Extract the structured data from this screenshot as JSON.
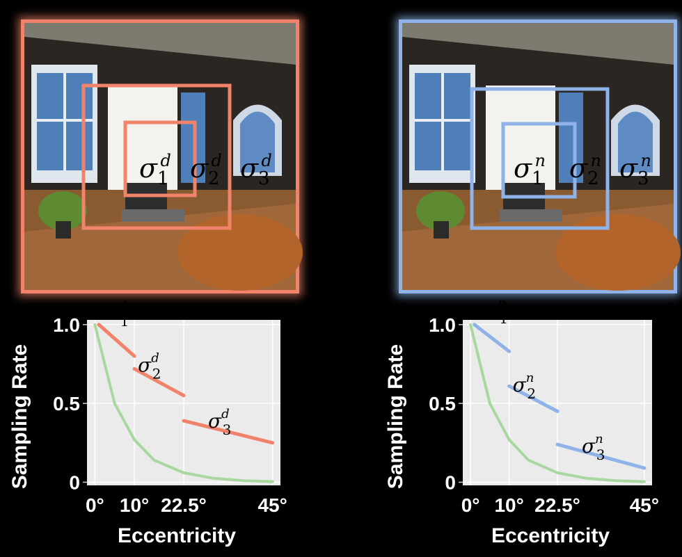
{
  "scenes": [
    {
      "id": "left",
      "border_color": "#f0836a",
      "labels": [
        {
          "sym": "σ",
          "sub": "1",
          "sup": "d"
        },
        {
          "sym": "σ",
          "sub": "2",
          "sup": "d"
        },
        {
          "sym": "σ",
          "sub": "3",
          "sup": "d"
        }
      ]
    },
    {
      "id": "right",
      "border_color": "#8fb3e8",
      "labels": [
        {
          "sym": "σ",
          "sub": "1",
          "sup": "n"
        },
        {
          "sym": "σ",
          "sub": "2",
          "sup": "n"
        },
        {
          "sym": "σ",
          "sub": "3",
          "sup": "n"
        }
      ]
    }
  ],
  "chart_data": [
    {
      "type": "line",
      "xlabel": "Eccentricity",
      "ylabel": "Sampling Rate",
      "x_ticks": [
        0,
        10,
        22.5,
        45
      ],
      "x_tick_labels": [
        "0°",
        "10°",
        "22.5°",
        "45°"
      ],
      "y_ticks": [
        0,
        0.5,
        1.0
      ],
      "y_tick_labels": [
        "0",
        "0.5",
        "1.0"
      ],
      "xlim": [
        -2,
        47
      ],
      "ylim": [
        -0.02,
        1.03
      ],
      "grid": true,
      "background": "#ebebeb",
      "baseline": {
        "color": "#a8d8a0",
        "x": [
          0,
          5,
          10,
          15,
          22.5,
          30,
          37.5,
          45
        ],
        "y": [
          1.0,
          0.5,
          0.27,
          0.14,
          0.06,
          0.025,
          0.01,
          0.004
        ]
      },
      "series": [
        {
          "color": "#f0836a",
          "label": {
            "sym": "σ",
            "sub": "1",
            "sup": "d"
          },
          "x": [
            1,
            10
          ],
          "y": [
            1.0,
            0.8
          ]
        },
        {
          "color": "#f0836a",
          "label": {
            "sym": "σ",
            "sub": "2",
            "sup": "d"
          },
          "x": [
            10,
            22.5
          ],
          "y": [
            0.72,
            0.55
          ]
        },
        {
          "color": "#f0836a",
          "label": {
            "sym": "σ",
            "sub": "3",
            "sup": "d"
          },
          "x": [
            22.5,
            45
          ],
          "y": [
            0.39,
            0.25
          ]
        }
      ]
    },
    {
      "type": "line",
      "xlabel": "Eccentricity",
      "ylabel": "Sampling Rate",
      "x_ticks": [
        0,
        10,
        22.5,
        45
      ],
      "x_tick_labels": [
        "0°",
        "10°",
        "22.5°",
        "45°"
      ],
      "y_ticks": [
        0,
        0.5,
        1.0
      ],
      "y_tick_labels": [
        "0",
        "0.5",
        "1.0"
      ],
      "xlim": [
        -2,
        47
      ],
      "ylim": [
        -0.02,
        1.03
      ],
      "grid": true,
      "background": "#ebebeb",
      "baseline": {
        "color": "#a8d8a0",
        "x": [
          0,
          5,
          10,
          15,
          22.5,
          30,
          37.5,
          45
        ],
        "y": [
          1.0,
          0.5,
          0.27,
          0.14,
          0.06,
          0.025,
          0.01,
          0.004
        ]
      },
      "series": [
        {
          "color": "#8fb3e8",
          "label": {
            "sym": "σ",
            "sub": "1",
            "sup": "n"
          },
          "x": [
            1,
            10
          ],
          "y": [
            1.0,
            0.83
          ]
        },
        {
          "color": "#8fb3e8",
          "label": {
            "sym": "σ",
            "sub": "2",
            "sup": "n"
          },
          "x": [
            10,
            22.5
          ],
          "y": [
            0.61,
            0.45
          ]
        },
        {
          "color": "#8fb3e8",
          "label": {
            "sym": "σ",
            "sub": "3",
            "sup": "n"
          },
          "x": [
            22.5,
            45
          ],
          "y": [
            0.24,
            0.09
          ]
        }
      ]
    }
  ]
}
